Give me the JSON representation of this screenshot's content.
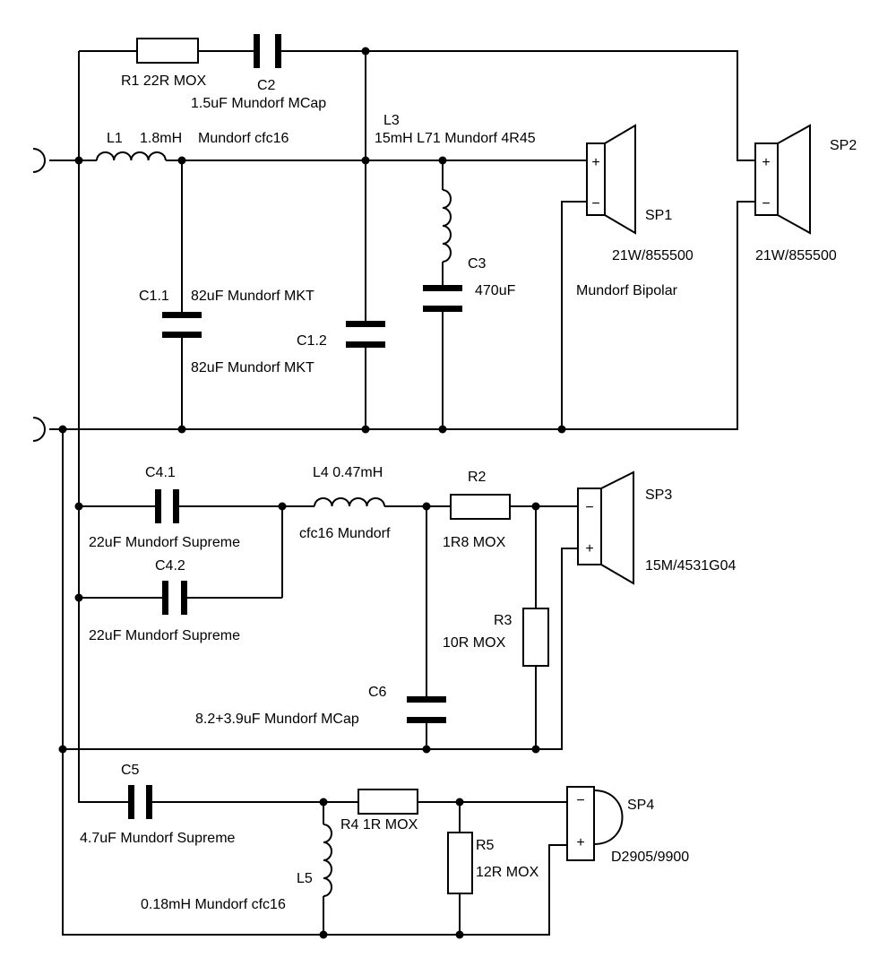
{
  "components": {
    "r1": {
      "label": "R1 22R MOX"
    },
    "c2": {
      "ref": "C2",
      "value": "1.5uF Mundorf MCap"
    },
    "l1": {
      "ref": "L1",
      "value": "1.8mH",
      "brand": "Mundorf cfc16"
    },
    "l3": {
      "ref": "L3",
      "value": "15mH L71 Mundorf 4R45"
    },
    "c11": {
      "ref": "C1.1",
      "value": "82uF Mundorf MKT"
    },
    "c12": {
      "ref": "C1.2",
      "value": "82uF Mundorf MKT"
    },
    "c3": {
      "ref": "C3",
      "value": "470uF"
    },
    "sp1": {
      "ref": "SP1",
      "model": "21W/855500",
      "note": "Mundorf Bipolar"
    },
    "sp2": {
      "ref": "SP2",
      "model": "21W/855500"
    },
    "c41": {
      "ref": "C4.1",
      "value": "22uF Mundorf Supreme"
    },
    "c42": {
      "ref": "C4.2",
      "value": "22uF Mundorf Supreme"
    },
    "l4": {
      "ref": "L4 0.47mH",
      "value": "cfc16 Mundorf"
    },
    "r2": {
      "ref": "R2",
      "value": "1R8 MOX"
    },
    "sp3": {
      "ref": "SP3",
      "model": "15M/4531G04"
    },
    "r3": {
      "ref": "R3",
      "value": "10R MOX"
    },
    "c6": {
      "ref": "C6",
      "value": "8.2+3.9uF Mundorf MCap"
    },
    "c5": {
      "ref": "C5",
      "value": "4.7uF Mundorf Supreme"
    },
    "r4": {
      "label": "R4 1R MOX"
    },
    "l5": {
      "ref": "L5",
      "value": "0.18mH Mundorf cfc16"
    },
    "r5": {
      "ref": "R5",
      "value": "12R MOX"
    },
    "sp4": {
      "ref": "SP4",
      "model": "D2905/9900"
    }
  },
  "polarity": {
    "plus": "+",
    "minus": "−"
  }
}
